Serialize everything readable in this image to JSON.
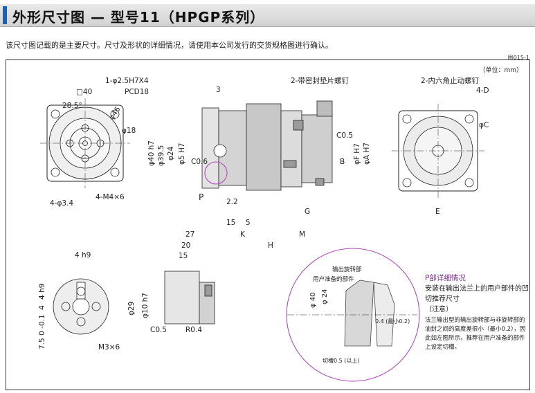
{
  "title": "外形尺寸图 — 型号11（HPGP系列）",
  "intro": "该尺寸图记载的是主要尺寸。尺寸及形状的详细情况，请使用本公司发行的交货规格图进行确认。",
  "figure_number": "图015-1",
  "unit": "（单位：mm）",
  "front_view": {
    "labels": [
      "1-φ2.5H7X4",
      "□40",
      "PCD18",
      "28.5°",
      "φ46",
      "φ18",
      "4-φ3.4",
      "4-M4×6"
    ]
  },
  "side_view": {
    "labels": [
      "3",
      "φ40 h7",
      "φ39.5",
      "φ24",
      "φ5 H7",
      "C0.6",
      "P",
      "2.2",
      "15",
      "5",
      "K",
      "27",
      "20",
      "H",
      "M",
      "G",
      "2-带密封垫片螺钉",
      "C0.5",
      "B",
      "φF H7",
      "φA H7"
    ]
  },
  "rear_view": {
    "labels": [
      "2-内六角止动螺钉",
      "4-D",
      "φC",
      "E"
    ]
  },
  "shaft_view": {
    "labels": [
      "4 h9",
      "4 h9",
      "4",
      "7.5 0 -0.1",
      "M3×6"
    ]
  },
  "shaft_side_view": {
    "labels": [
      "15",
      "φ29",
      "φ10 h7",
      "C0.5",
      "R0.4"
    ]
  },
  "detail_view": {
    "labels": [
      "输出旋转部",
      "用户准备的部件",
      "φ 40",
      "φ 24",
      "0.4 (最小0.2)",
      "切槽0.5 (以上)"
    ]
  },
  "p_detail_note": {
    "title": "P部详细情况",
    "line1": "安装在输出法兰上的用户部件的凹切推荐尺寸",
    "caution": "（注意）",
    "body": "法兰输出型的输出旋转部与非旋转部的油封之间的高度差很小（最小0.2），因此如左图所示，推荐在用户准备的部件上设定切槽。"
  }
}
